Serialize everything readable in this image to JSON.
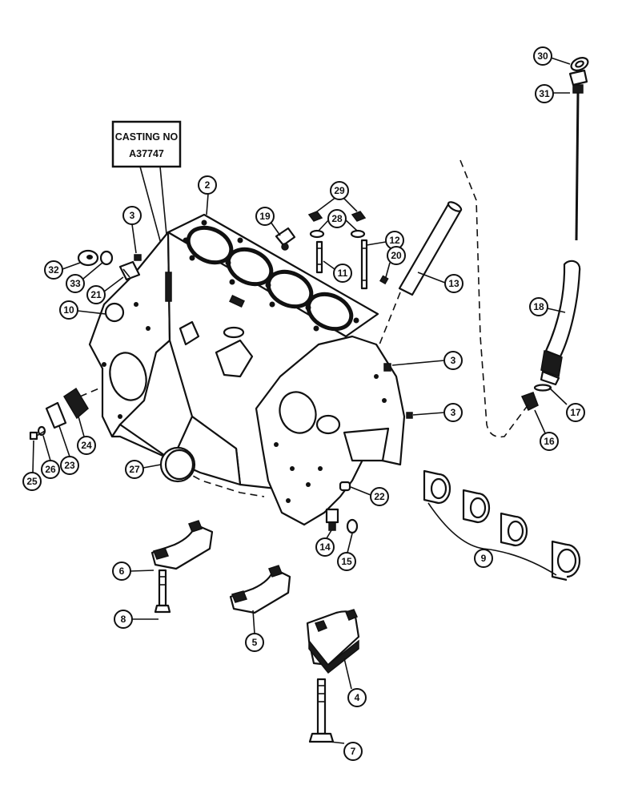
{
  "casting_label": {
    "line1": "CASTING NO",
    "line2": "A37747"
  },
  "callouts": [
    {
      "id": "c30",
      "number": "30"
    },
    {
      "id": "c31",
      "number": "31"
    },
    {
      "id": "c2",
      "number": "2"
    },
    {
      "id": "c29",
      "number": "29"
    },
    {
      "id": "c28",
      "number": "28"
    },
    {
      "id": "c19",
      "number": "19"
    },
    {
      "id": "c3a",
      "number": "3"
    },
    {
      "id": "c12",
      "number": "12"
    },
    {
      "id": "c20",
      "number": "20"
    },
    {
      "id": "c11",
      "number": "11"
    },
    {
      "id": "c13",
      "number": "13"
    },
    {
      "id": "c32",
      "number": "32"
    },
    {
      "id": "c33",
      "number": "33"
    },
    {
      "id": "c21",
      "number": "21"
    },
    {
      "id": "c10",
      "number": "10"
    },
    {
      "id": "c18",
      "number": "18"
    },
    {
      "id": "c3b",
      "number": "3"
    },
    {
      "id": "c3c",
      "number": "3"
    },
    {
      "id": "c17",
      "number": "17"
    },
    {
      "id": "c16",
      "number": "16"
    },
    {
      "id": "c24",
      "number": "24"
    },
    {
      "id": "c23",
      "number": "23"
    },
    {
      "id": "c26",
      "number": "26"
    },
    {
      "id": "c25",
      "number": "25"
    },
    {
      "id": "c27",
      "number": "27"
    },
    {
      "id": "c22",
      "number": "22"
    },
    {
      "id": "c14",
      "number": "14"
    },
    {
      "id": "c15",
      "number": "15"
    },
    {
      "id": "c9",
      "number": "9"
    },
    {
      "id": "c6",
      "number": "6"
    },
    {
      "id": "c8",
      "number": "8"
    },
    {
      "id": "c5",
      "number": "5"
    },
    {
      "id": "c4",
      "number": "4"
    },
    {
      "id": "c7",
      "number": "7"
    }
  ]
}
